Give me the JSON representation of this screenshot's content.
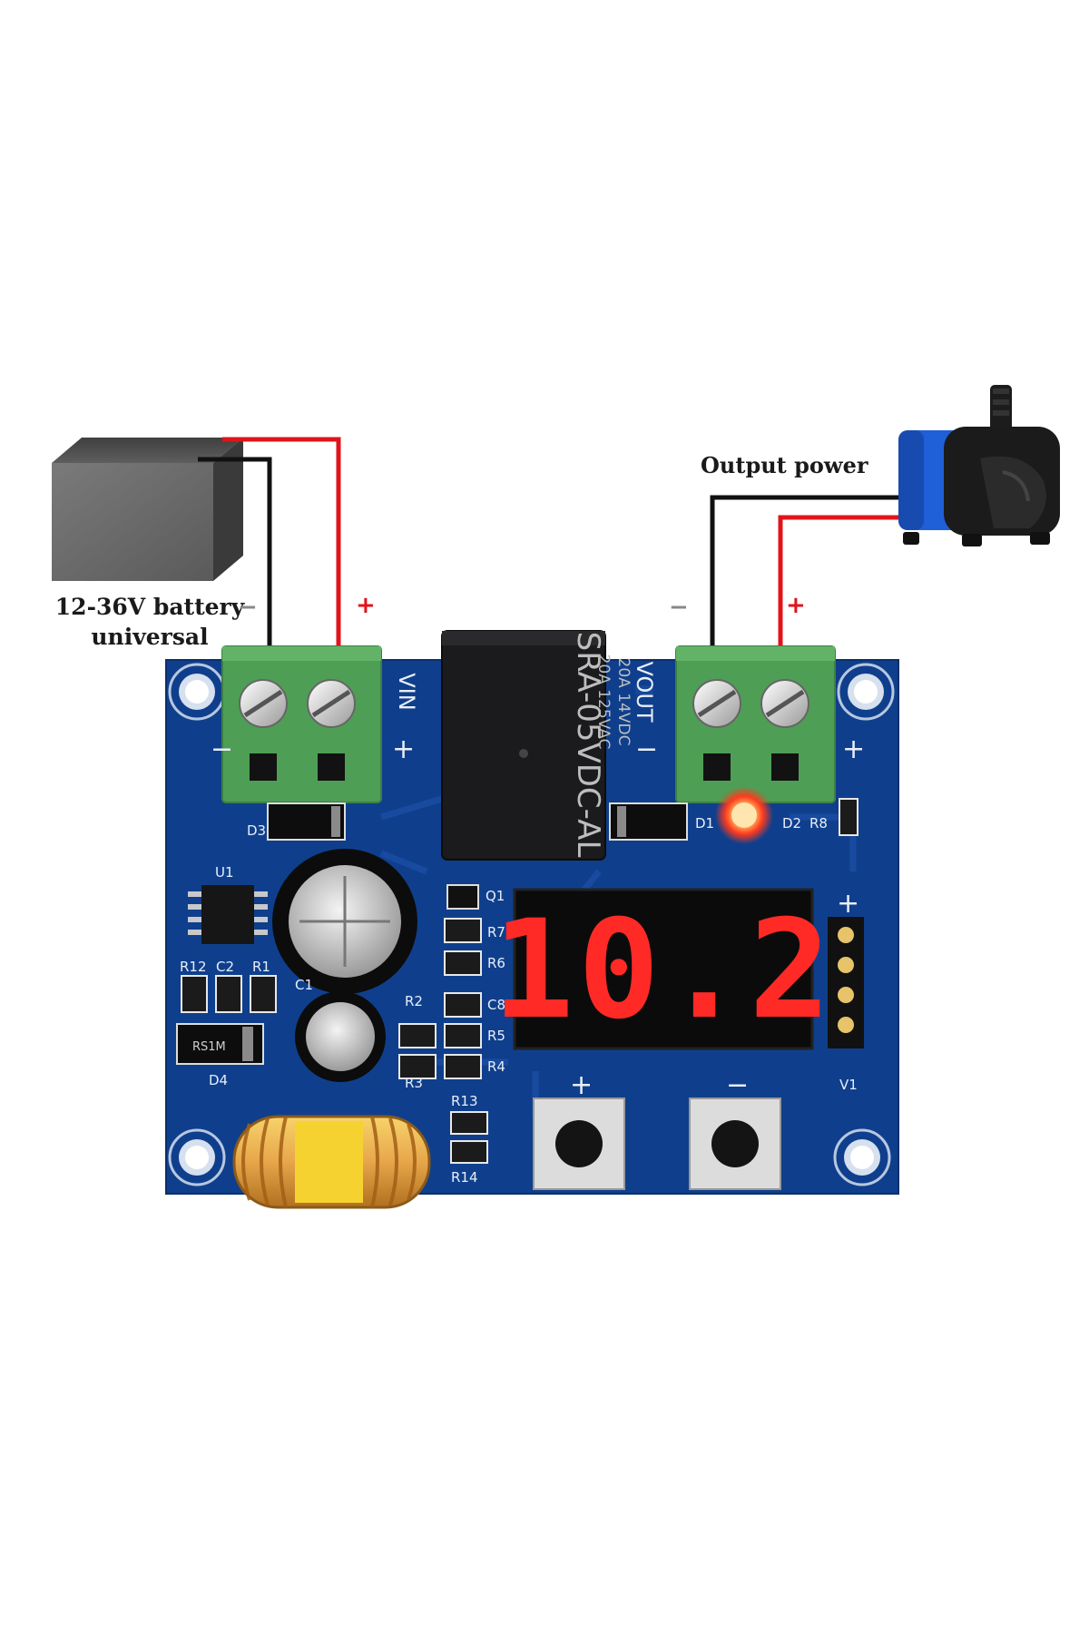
{
  "battery": {
    "line1": "12-36V battery",
    "line2": "universal",
    "minus_sign": "−",
    "plus_sign": "+"
  },
  "output": {
    "label": "Output power",
    "minus_sign": "−",
    "plus_sign": "+"
  },
  "board": {
    "input_terminal_label": "VIN",
    "output_terminal_label": "VOUT",
    "relay_model": "SRA-05VDC-AL",
    "relay_rating_1": "20A 14VDC",
    "relay_rating_2": "20A 125VAC",
    "display_value": "10.2",
    "labels": {
      "d1": "D1",
      "d2": "D2",
      "d3": "D3",
      "d4": "D4",
      "r1": "R1",
      "r2": "R2",
      "r3": "R3",
      "r4": "R4",
      "r5": "R5",
      "r6": "R6",
      "r7": "R7",
      "r8": "R8",
      "r12": "R12",
      "r13": "R13",
      "r14": "R14",
      "c1": "C1",
      "c2": "C2",
      "c8": "C8",
      "u1": "U1",
      "q1": "Q1",
      "v1": "V1",
      "diode_marking": "RS1M"
    },
    "button_plus": "+",
    "button_minus": "−",
    "vin_minus": "−",
    "vin_plus": "+",
    "vout_minus": "−",
    "vout_plus": "+",
    "header_plus": "+"
  },
  "colors": {
    "pcb": "#0f3f8c",
    "wire_red": "#e0141b",
    "wire_black": "#111111",
    "terminal_green": "#4e9e55",
    "display_red": "#ff2a25"
  }
}
